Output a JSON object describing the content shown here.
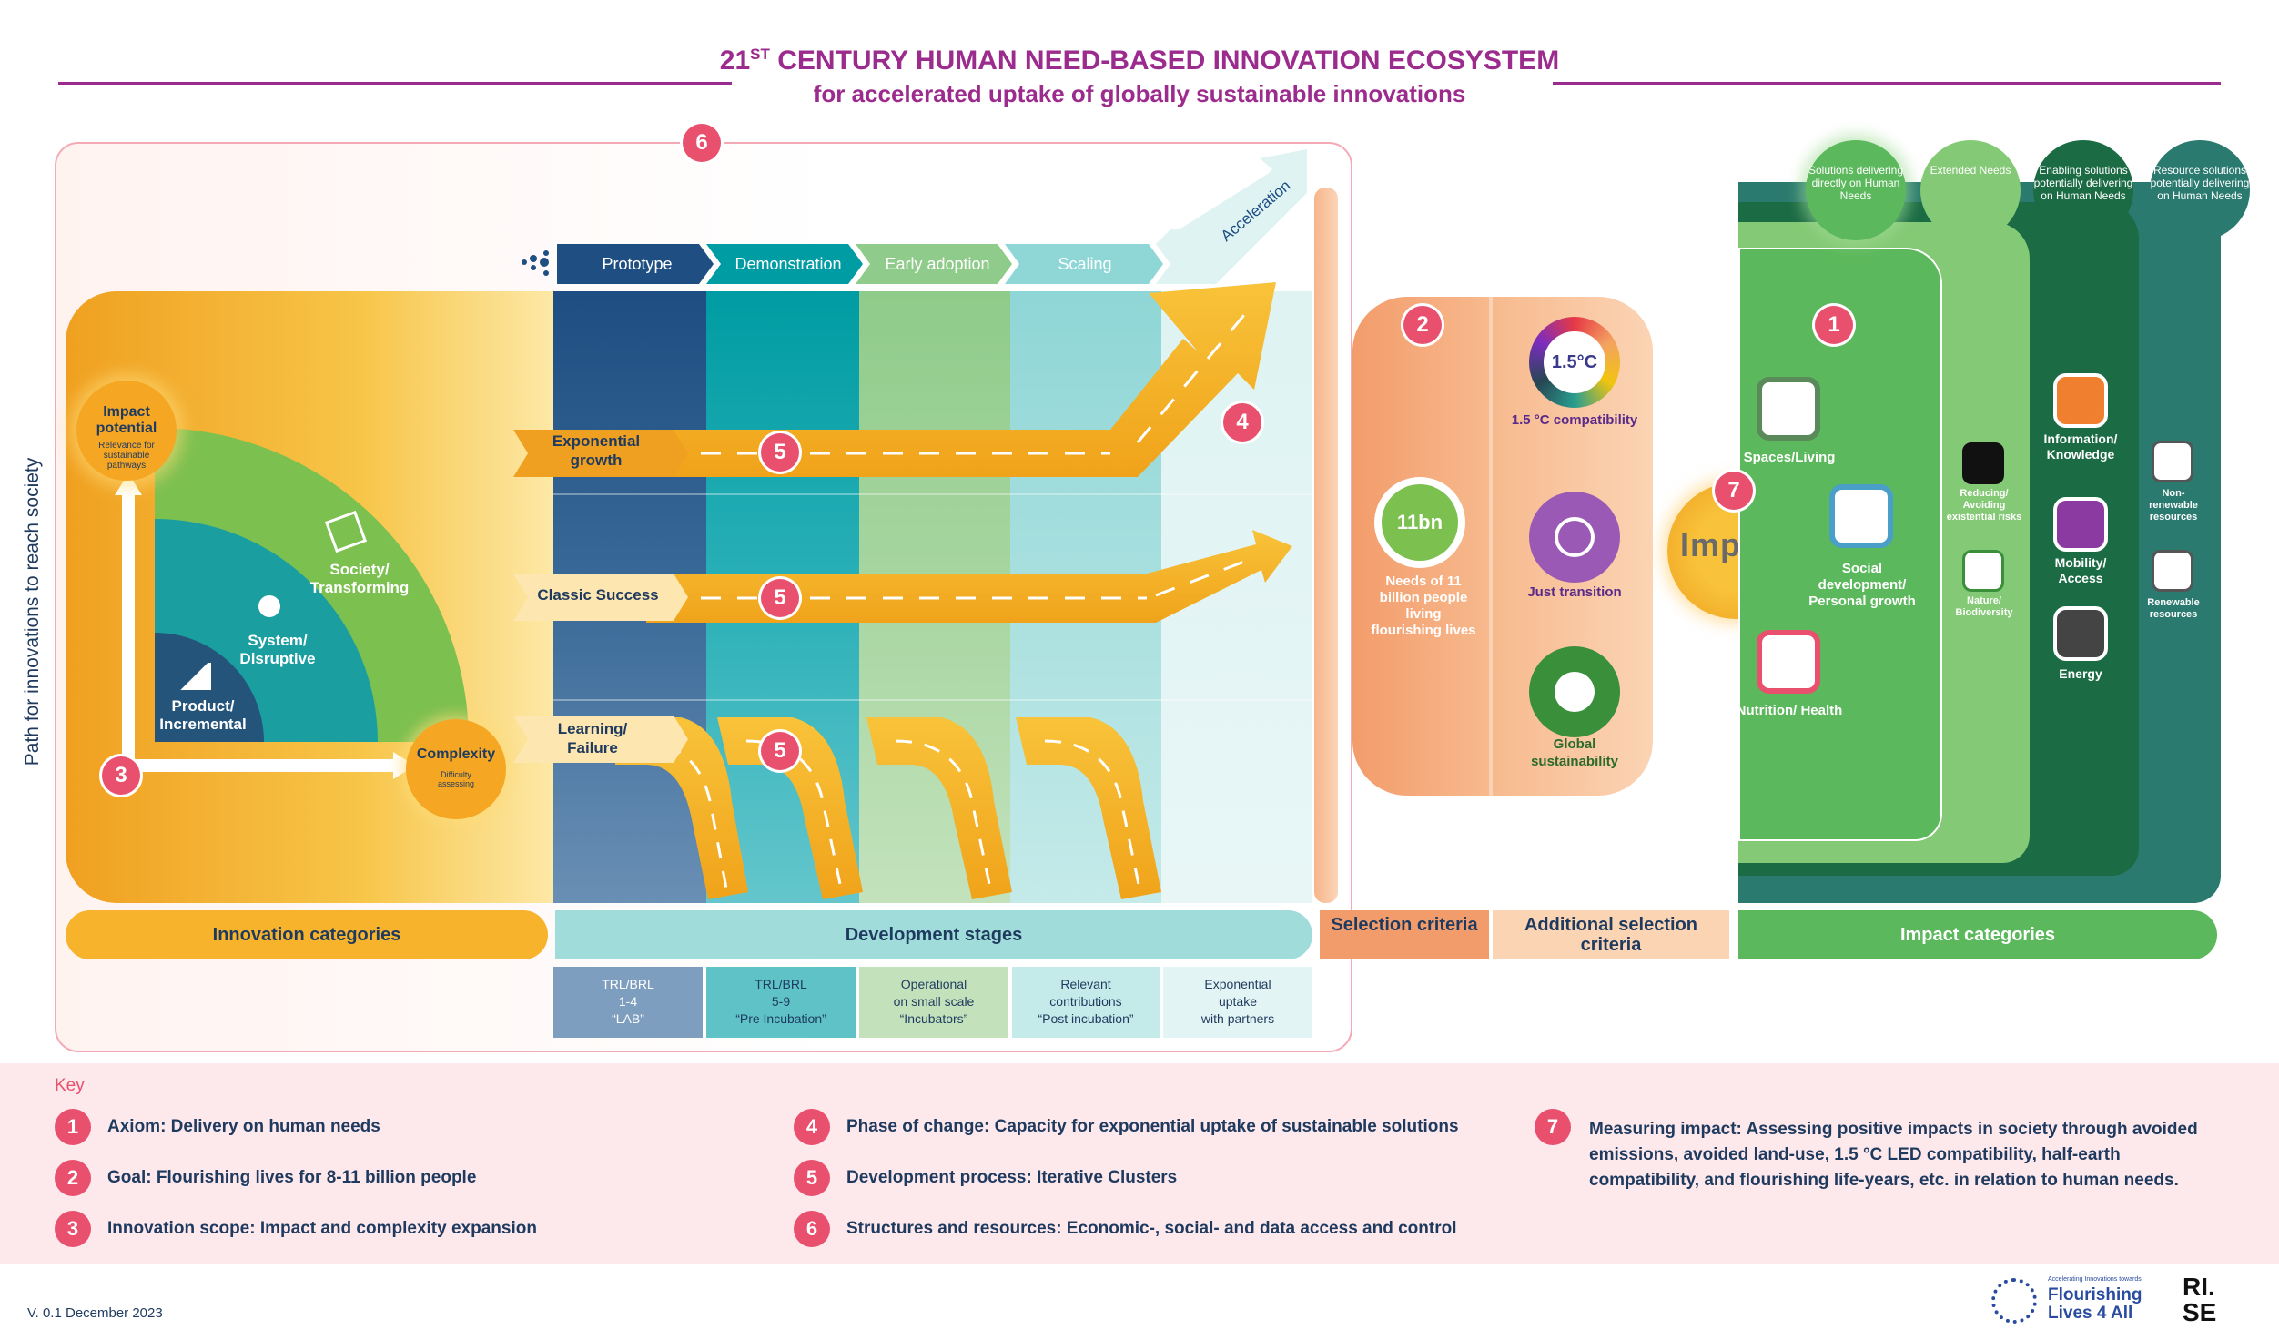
{
  "title": {
    "line1_pre": "21",
    "line1_sup": "ST",
    "line1_post": " CENTURY HUMAN NEED-BASED INNOVATION ECOSYSTEM",
    "line2": "for accelerated uptake of globally sustainable innovations"
  },
  "colors": {
    "magenta": "#9b2b8c",
    "pink_marker": "#e8506e",
    "orange": "#f5a623",
    "green": "#5cb85c",
    "teal": "#2b7a6f",
    "navy": "#1f3a5f"
  },
  "side_label": "Path for innovations to reach society",
  "markers": [
    "1",
    "2",
    "3",
    "4",
    "5",
    "6",
    "7"
  ],
  "innovation": {
    "impact_potential": "Impact potential",
    "impact_sub": "Relevance for sustainable pathways",
    "society": "Society/ Transforming",
    "system": "System/ Disruptive",
    "product": "Product/ Incremental",
    "complexity": "Complexity",
    "complexity_sub": "Difficulty assessing"
  },
  "stages": {
    "prototype": "Prototype",
    "demonstration": "Demonstration",
    "early_adoption": "Early adoption",
    "scaling": "Scaling",
    "acceleration": "Acceleration"
  },
  "paths": {
    "exponential": "Exponential growth",
    "classic": "Classic Success",
    "learning": "Learning/ Failure"
  },
  "selection": {
    "needs": "Needs of 11 billion people living flourishing lives",
    "needs_badge": "11bn",
    "deg_badge": "1.5°C",
    "deg": "1.5 °C compatibility",
    "just": "Just transition",
    "global": "Global sustainability",
    "impact_word": "Impact"
  },
  "impact_cats": {
    "drop1": "Solutions delivering directly on Human Needs",
    "drop2": "Extended Needs",
    "drop3": "Enabling solutions potentially delivering on Human Needs",
    "drop4": "Resource solutions potentially delivering on Human Needs",
    "spaces": "Spaces/Living",
    "social": "Social development/ Personal growth",
    "nutrition": "Nutrition/ Health",
    "reducing": "Reducing/ Avoiding existential risks",
    "nature": "Nature/ Biodiversity",
    "information": "Information/ Knowledge",
    "mobility": "Mobility/ Access",
    "energy": "Energy",
    "nonrenew": "Non-renewable resources",
    "renew": "Renewable resources"
  },
  "bands": {
    "innovation": "Innovation categories",
    "development": "Development stages",
    "selection": "Selection criteria",
    "additional": "Additional selection criteria",
    "impact": "Impact categories"
  },
  "trl": [
    {
      "l1": "TRL/BRL",
      "l2": "1-4",
      "l3": "“LAB”"
    },
    {
      "l1": "TRL/BRL",
      "l2": "5-9",
      "l3": "“Pre Incubation”"
    },
    {
      "l1": "Operational",
      "l2": "on small scale",
      "l3": "“Incubators”"
    },
    {
      "l1": "Relevant",
      "l2": "contributions",
      "l3": "“Post incubation”"
    },
    {
      "l1": "Exponential",
      "l2": "uptake",
      "l3": "with partners"
    }
  ],
  "key": {
    "heading": "Key",
    "items": [
      {
        "n": "1",
        "text": "Axiom: Delivery on human needs"
      },
      {
        "n": "2",
        "text": "Goal: Flourishing lives for 8-11 billion people"
      },
      {
        "n": "3",
        "text": "Innovation scope: Impact and complexity expansion"
      },
      {
        "n": "4",
        "text": "Phase of change: Capacity for exponential uptake of sustainable solutions"
      },
      {
        "n": "5",
        "text": "Development process: Iterative Clusters"
      },
      {
        "n": "6",
        "text": "Structures and resources: Economic-, social- and data access and control"
      },
      {
        "n": "7",
        "text": "Measuring impact: Assessing positive impacts in society through avoided emissions, avoided land-use, 1.5 °C LED compatibility, half-earth compatibility, and flourishing life-years, etc. in relation to human needs."
      }
    ]
  },
  "footer": {
    "version": "V. 0.1 December 2023",
    "logo_tag": "Accelerating Innovations towards",
    "logo_name1": "Flourishing",
    "logo_name2": "Lives 4 All",
    "rise1": "RI.",
    "rise2": "SE"
  }
}
